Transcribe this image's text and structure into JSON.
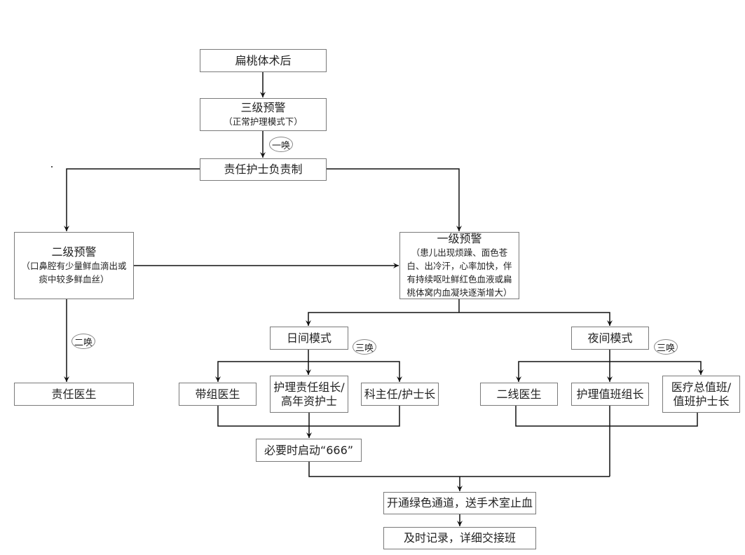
{
  "diagram": {
    "nodes": {
      "start": {
        "title": "扁桃体术后"
      },
      "level3": {
        "title": "三级预警",
        "sub": "（正常护理模式下）"
      },
      "primary_nurse": {
        "title": "责任护士负责制"
      },
      "level2": {
        "title": "二级预警",
        "sub_lines": [
          "（口鼻腔有少量鲜血滴出或",
          "痰中较多鲜血丝）"
        ]
      },
      "level1": {
        "title": "一级预警",
        "sub_lines": [
          "（患儿出现烦躁、面色苍",
          "白、出冷汗，心率加快，伴",
          "有持续呕吐鲜红色血液或扁",
          "桃体窝内血凝块逐渐增大）"
        ]
      },
      "resp_doctor": {
        "title": "责任医生"
      },
      "day_mode": {
        "title": "日间模式"
      },
      "night_mode": {
        "title": "夜间模式"
      },
      "group_doctor": {
        "title": "带组医生"
      },
      "nursing_leader": {
        "title_lines": [
          "护理责任组长/",
          "高年资护士"
        ]
      },
      "dept_director": {
        "title": "科主任/护士长"
      },
      "second_doctor": {
        "title": "二线医生"
      },
      "night_nurse_leader": {
        "title": "护理值班组长"
      },
      "general_duty": {
        "title_lines": [
          "医疗总值班/",
          "值班护士长"
        ]
      },
      "start_666": {
        "title": "必要时启动“666”"
      },
      "green_channel": {
        "title": "开通绿色通道，送手术室止血"
      },
      "record": {
        "title": "及时记录，详细交接班"
      }
    },
    "badges": {
      "call1": "一唤",
      "call2": "二唤",
      "call3_day": "三唤",
      "call3_night": "三唤"
    }
  }
}
